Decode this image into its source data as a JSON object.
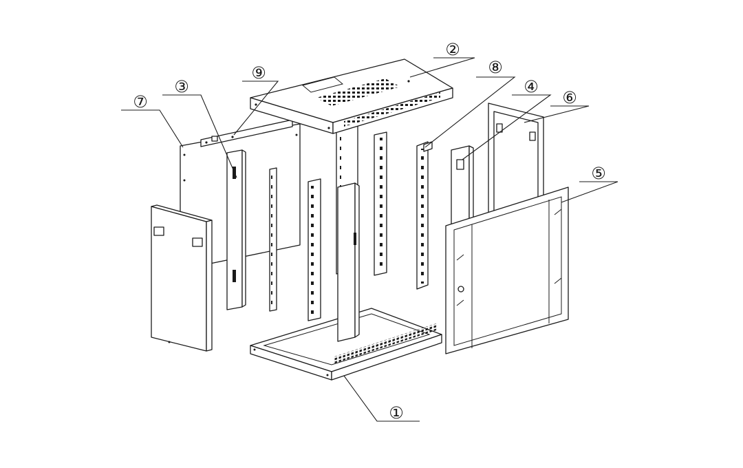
{
  "diagram": {
    "callouts": [
      {
        "id": "c1",
        "label": "①"
      },
      {
        "id": "c2",
        "label": "②"
      },
      {
        "id": "c3",
        "label": "③"
      },
      {
        "id": "c4",
        "label": "④"
      },
      {
        "id": "c5",
        "label": "⑤"
      },
      {
        "id": "c6",
        "label": "⑥"
      },
      {
        "id": "c7",
        "label": "⑦"
      },
      {
        "id": "c8",
        "label": "⑧"
      },
      {
        "id": "c9",
        "label": "⑨"
      }
    ]
  }
}
